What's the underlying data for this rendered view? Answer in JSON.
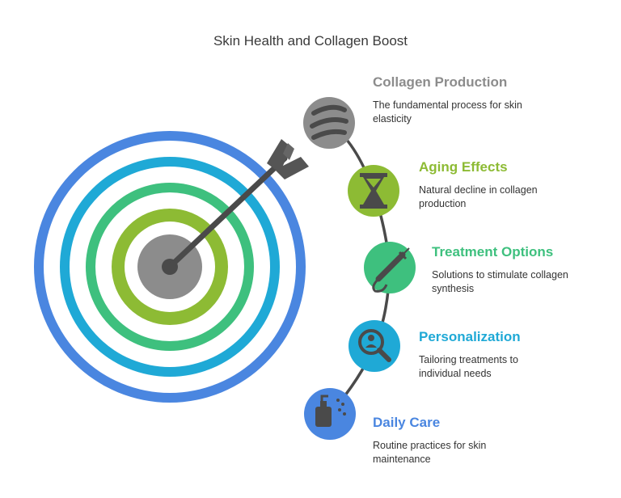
{
  "title": "Skin Health and Collagen Boost",
  "items": [
    {
      "title": "Collagen Production",
      "description": "The fundamental process for skin elasticity",
      "color": "#8c8c8c",
      "icon": "collagen-fiber-icon"
    },
    {
      "title": "Aging Effects",
      "description": "Natural decline in collagen production",
      "color": "#8dbb34",
      "icon": "hourglass-icon"
    },
    {
      "title": "Treatment Options",
      "description": "Solutions to stimulate collagen synthesis",
      "color": "#3ec07e",
      "icon": "syringe-icon"
    },
    {
      "title": "Personalization",
      "description": "Tailoring treatments to individual needs",
      "color": "#1fa9d6",
      "icon": "person-search-icon"
    },
    {
      "title": "Daily Care",
      "description": "Routine practices for skin maintenance",
      "color": "#4a86e0",
      "icon": "lotion-bottle-icon"
    }
  ],
  "target": {
    "icon": "target-arrow-icon",
    "ring_colors": [
      "#4a86e0",
      "#1fa9d6",
      "#3ec07e",
      "#8dbb34",
      "#8c8c8c"
    ]
  }
}
